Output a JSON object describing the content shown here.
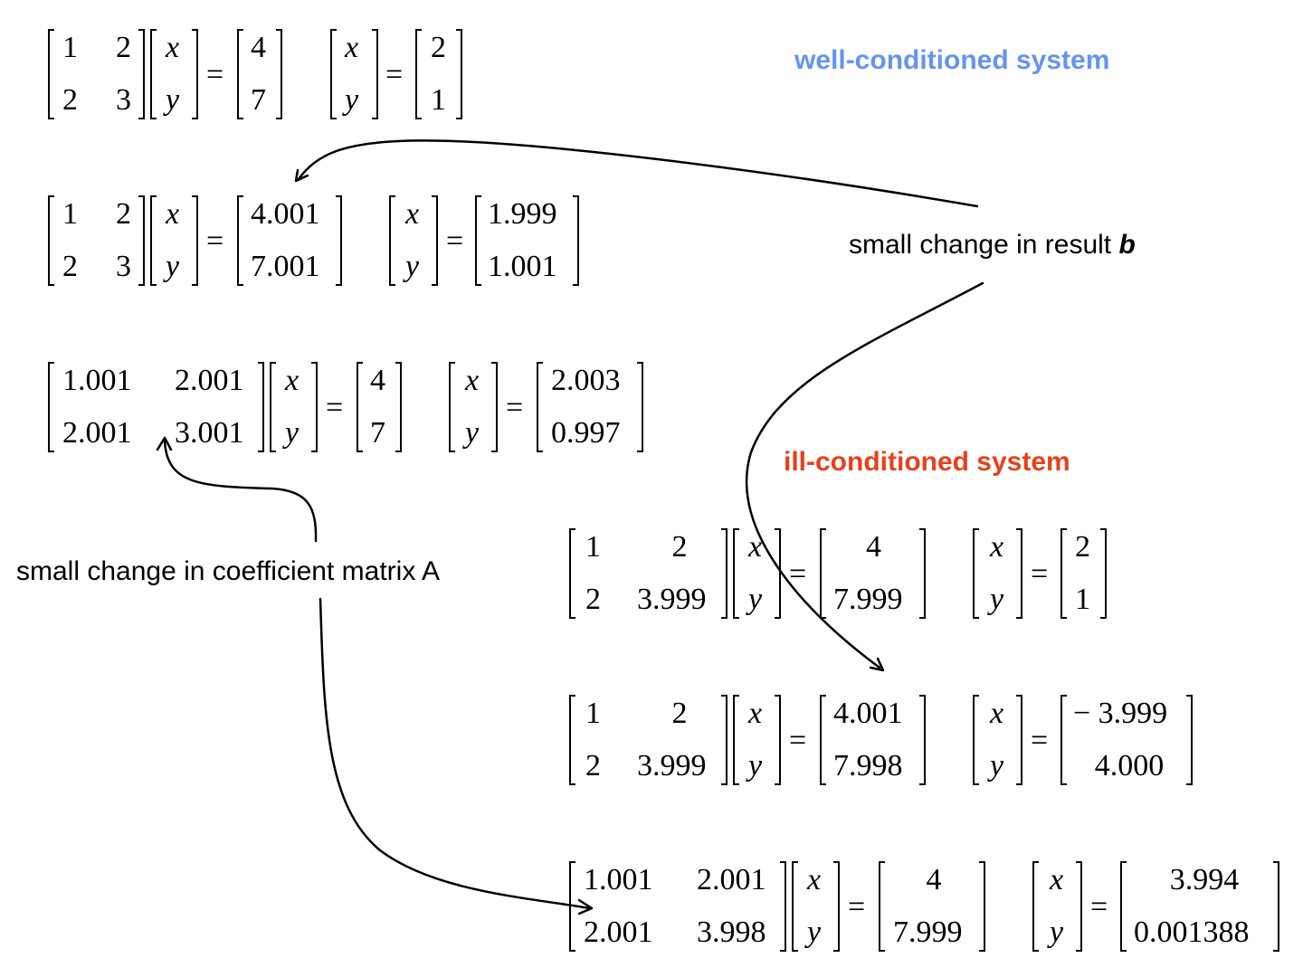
{
  "labels": {
    "well_title": "well-conditioned system",
    "ill_title": "ill-conditioned system",
    "change_b": "small change in result ",
    "change_b_symbol": "b",
    "change_A": "small change in coefficient matrix A"
  },
  "colors": {
    "well": "#6495ED",
    "ill": "#E8401C"
  },
  "vars": {
    "x": "x",
    "y": "y"
  },
  "equals": "=",
  "well": {
    "eq1": {
      "A": [
        [
          "1",
          "2"
        ],
        [
          "2",
          "3"
        ]
      ],
      "b": [
        "4",
        "7"
      ],
      "sol": [
        "2",
        "1"
      ]
    },
    "eq2": {
      "A": [
        [
          "1",
          "2"
        ],
        [
          "2",
          "3"
        ]
      ],
      "b": [
        "4.001",
        "7.001"
      ],
      "sol": [
        "1.999",
        "1.001"
      ]
    },
    "eq3": {
      "A": [
        [
          "1.001",
          "2.001"
        ],
        [
          "2.001",
          "3.001"
        ]
      ],
      "b": [
        "4",
        "7"
      ],
      "sol": [
        "2.003",
        "0.997"
      ]
    }
  },
  "ill": {
    "eq1": {
      "A": [
        [
          "1",
          "2"
        ],
        [
          "2",
          "3.999"
        ]
      ],
      "b": [
        "4",
        "7.999"
      ],
      "sol": [
        "2",
        "1"
      ]
    },
    "eq2": {
      "A": [
        [
          "1",
          "2"
        ],
        [
          "2",
          "3.999"
        ]
      ],
      "b": [
        "4.001",
        "7.998"
      ],
      "sol": [
        "− 3.999",
        "4.000"
      ]
    },
    "eq3": {
      "A": [
        [
          "1.001",
          "2.001"
        ],
        [
          "2.001",
          "3.998"
        ]
      ],
      "b": [
        "4",
        "7.999"
      ],
      "sol": [
        "3.994",
        "0.001388"
      ]
    }
  }
}
